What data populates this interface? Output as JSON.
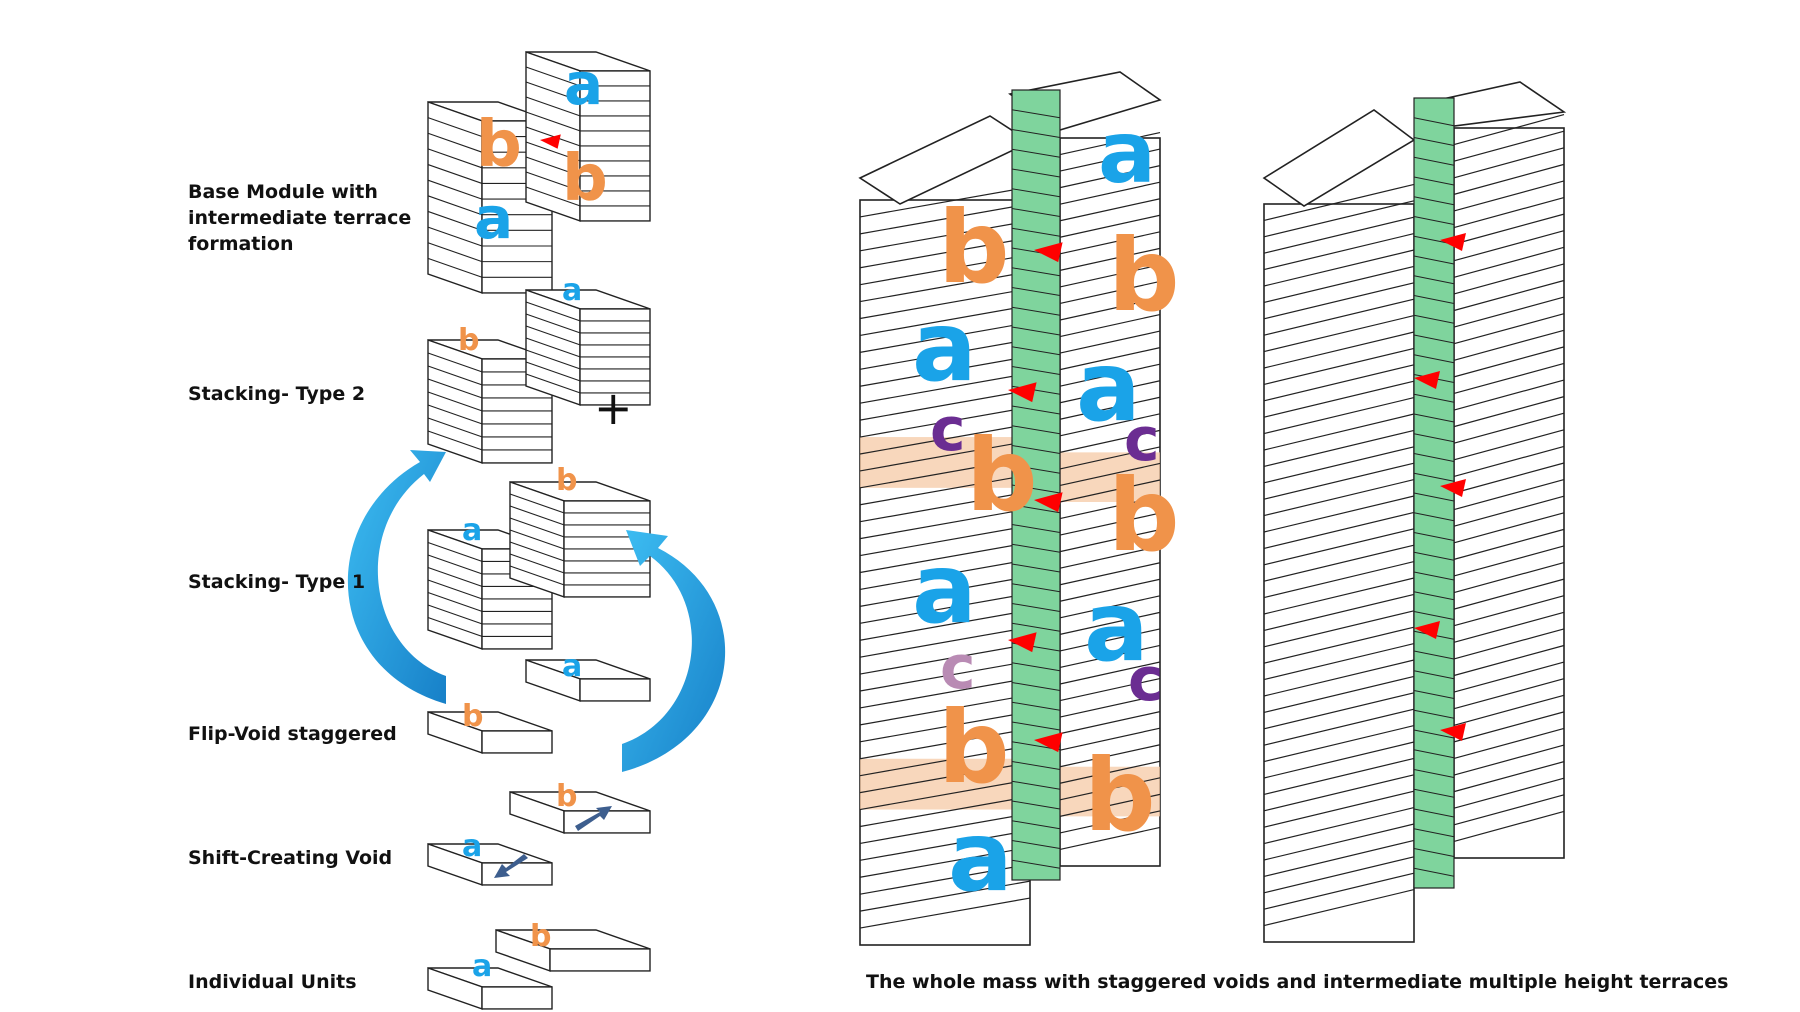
{
  "labels": {
    "base_module_line1": "Base Module with",
    "base_module_line2": "intermediate terrace",
    "base_module_line3": "formation",
    "stacking_type2": "Stacking- Type 2",
    "stacking_type1": "Stacking- Type 1",
    "flip_void": "Flip-Void staggered",
    "shift_void": "Shift-Creating Void",
    "individual_units": "Individual Units",
    "caption": "The whole mass with staggered voids and intermediate multiple height terraces",
    "plus": "+"
  },
  "letters": {
    "a": "a",
    "b": "b",
    "c": "c"
  },
  "colors": {
    "a": "#1aa3e8",
    "b": "#f0934a",
    "c": "#6b2d92",
    "c_light": "#b98bb4",
    "terrace": "#7fd49d",
    "void": "#f5c9a6",
    "red": "#ff0000",
    "arrow": "#1aa3e8",
    "shift_arrow": "#3d5e8e",
    "line": "#222222"
  },
  "icons": [
    "cycle-arrow-left",
    "cycle-arrow-right",
    "shift-arrow-left",
    "shift-arrow-right",
    "plus-sign"
  ]
}
